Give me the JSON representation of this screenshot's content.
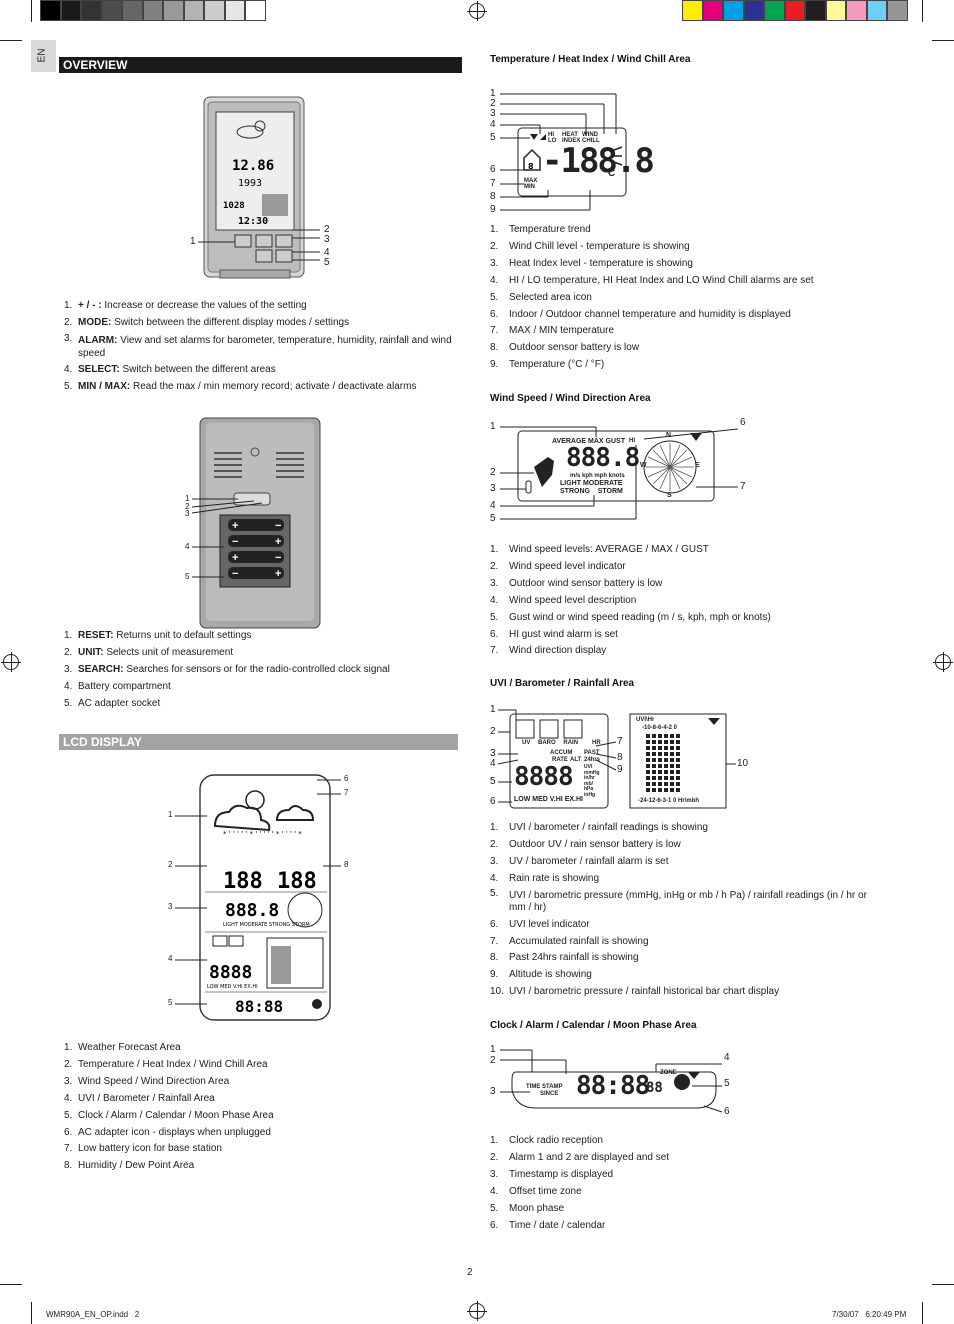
{
  "colors": {
    "gray_bar": [
      "#000000",
      "#1a1a1a",
      "#333333",
      "#4d4d4d",
      "#666666",
      "#808080",
      "#999999",
      "#b3b3b3",
      "#cccccc",
      "#e6e6e6",
      "#ffffff"
    ],
    "color_bar": [
      "#ffed00",
      "#e6007e",
      "#00a0e3",
      "#2e3192",
      "#00a651",
      "#ed1c24",
      "#231f20",
      "#fff799",
      "#f49ac1",
      "#6dcff6",
      "#969696"
    ],
    "section_overview": "#1a1a1a",
    "section_lcd": "#a3a3a3"
  },
  "side_tab": "EN",
  "left": {
    "overview_title": "OVERVIEW",
    "fig1_labels": [
      "1",
      "2",
      "3",
      "4",
      "5"
    ],
    "overview_items": [
      {
        "n": "1.",
        "b": "+ / - :",
        "t": " Increase or  decrease the values of the setting"
      },
      {
        "n": "2.",
        "b": "MODE:",
        "t": " Switch between the different display modes / settings"
      },
      {
        "n": "3.",
        "b": "ALARM:",
        "t": " View and set alarms for barometer, temperature, humidity, rainfall and wind speed"
      },
      {
        "n": "4.",
        "b": "SELECT:",
        "t": " Switch between the different areas"
      },
      {
        "n": "5.",
        "b": "MIN / MAX:",
        "t": " Read the max / min memory record; activate / deactivate alarms"
      }
    ],
    "fig2_labels": [
      "1",
      "2",
      "3",
      "4",
      "5"
    ],
    "back_items": [
      {
        "n": "1.",
        "b": "RESET:",
        "t": " Returns unit to default settings"
      },
      {
        "n": "2.",
        "b": "UNIT:",
        "t": " Selects unit of measurement"
      },
      {
        "n": "3.",
        "b": "SEARCH:",
        "t": " Searches for sensors or for the radio-controlled clock signal"
      },
      {
        "n": "4.",
        "b": "",
        "t": "Battery compartment"
      },
      {
        "n": "5.",
        "b": "",
        "t": "AC adapter socket"
      }
    ],
    "lcd_title": "LCD DISPLAY",
    "fig3_labels_left": [
      "1",
      "2",
      "3",
      "4",
      "5"
    ],
    "fig3_labels_right": [
      "6",
      "7",
      "8"
    ],
    "lcd_items": [
      {
        "n": "1.",
        "t": "Weather Forecast Area"
      },
      {
        "n": "2.",
        "t": "Temperature / Heat Index / Wind Chill Area"
      },
      {
        "n": "3.",
        "t": "Wind Speed / Wind Direction Area"
      },
      {
        "n": "4.",
        "t": "UVI / Barometer / Rainfall Area"
      },
      {
        "n": "5.",
        "t": "Clock / Alarm / Calendar / Moon Phase Area"
      },
      {
        "n": "6.",
        "t": "AC adapter icon - displays when unplugged"
      },
      {
        "n": "7.",
        "t": "Low battery icon for base station"
      },
      {
        "n": "8.",
        "t": "Humidity / Dew Point Area"
      }
    ]
  },
  "right": {
    "temp_title": "Temperature / Heat Index / Wind Chill Area",
    "temp_fig_labels": [
      "1",
      "2",
      "3",
      "4",
      "5",
      "6",
      "7",
      "8",
      "9"
    ],
    "temp_fig_text": {
      "hi": "HI",
      "lo": "LO",
      "heat": "HEAT",
      "index": "INDEX",
      "wind": "WIND",
      "chill": "CHILL",
      "max": "MAX",
      "min": "MIN",
      "digits": "-188.8",
      "unit": "°C"
    },
    "temp_items": [
      {
        "n": "1.",
        "t": "Temperature trend"
      },
      {
        "n": "2.",
        "t": "Wind Chill level - temperature is showing"
      },
      {
        "n": "3.",
        "t": "Heat Index level - temperature is showing"
      },
      {
        "n": "4.",
        "t": "HI / LO temperature, HI Heat Index and LO Wind Chill alarms are set"
      },
      {
        "n": "5.",
        "t": "Selected area icon"
      },
      {
        "n": "6.",
        "t": "Indoor / Outdoor channel temperature and humidity is displayed"
      },
      {
        "n": "7.",
        "t": "MAX / MIN temperature"
      },
      {
        "n": "8.",
        "t": "Outdoor sensor battery is low"
      },
      {
        "n": "9.",
        "t": "Temperature (°C / °F)"
      }
    ],
    "wind_title": "Wind Speed / Wind Direction Area",
    "wind_fig_labels_left": [
      "1",
      "2",
      "3",
      "4",
      "5"
    ],
    "wind_fig_labels_right": [
      "6",
      "7"
    ],
    "wind_fig_text": {
      "levels": "AVERAGE MAX GUST",
      "digits": "888.8",
      "units": "m/s kph mph knots",
      "desc1": "LIGHT MODERATE",
      "desc2": "STRONG    STORM",
      "hi": "HI",
      "n": "N",
      "e": "E",
      "s": "S",
      "w": "W"
    },
    "wind_items": [
      {
        "n": "1.",
        "t": "Wind speed levels: AVERAGE / MAX / GUST"
      },
      {
        "n": "2.",
        "t": "Wind speed level indicator"
      },
      {
        "n": "3.",
        "t": "Outdoor wind sensor battery is low"
      },
      {
        "n": "4.",
        "t": "Wind speed level description"
      },
      {
        "n": "5.",
        "t": "Gust wind or wind speed reading (m / s, kph, mph or knots)"
      },
      {
        "n": "6.",
        "t": "HI gust wind alarm is set"
      },
      {
        "n": "7.",
        "t": "Wind direction display"
      }
    ],
    "uv_title": "UVI / Barometer / Rainfall Area",
    "uv_fig_labels_left": [
      "1",
      "2",
      "3",
      "4",
      "5",
      "6"
    ],
    "uv_fig_labels_right": [
      "7",
      "8",
      "9",
      "10"
    ],
    "uv_fig_text": {
      "uv": "UV",
      "baro": "BARO",
      "rain": "RAIN",
      "hr": "HR",
      "accum": "ACCUM",
      "past": "PAST",
      "rate": "RATE",
      "alt": "ALT",
      "hrs": "24hrs",
      "digits": "8888",
      "units": [
        "UVI",
        "mmHg",
        "in/hr",
        "mb/",
        "hPa",
        "inHg"
      ],
      "scale": "LOW MED V.HI EX.HI",
      "uvihr": "UVI\\Hr",
      "axis": "-10-8-6-4-2 0",
      "bottom": "-24-12-6-3-1 0 Hr\\mbh"
    },
    "uv_items": [
      {
        "n": "1.",
        "t": "UVI / barometer / rainfall readings is showing"
      },
      {
        "n": "2.",
        "t": "Outdoor UV / rain sensor battery is low"
      },
      {
        "n": "3.",
        "t": "UV / barometer / rainfall alarm is set"
      },
      {
        "n": "4.",
        "t": "Rain rate is showing"
      },
      {
        "n": "5.",
        "t": "UVI / barometric pressure (mmHg, inHg or mb / h Pa) / rainfall readings (in / hr or mm / hr)"
      },
      {
        "n": "6.",
        "t": "UVI level indicator"
      },
      {
        "n": "7.",
        "t": "Accumulated rainfall is showing"
      },
      {
        "n": "8.",
        "t": "Past 24hrs rainfall is showing"
      },
      {
        "n": "9.",
        "t": "Altitude is showing"
      },
      {
        "n": "10.",
        "t": "UVI / barometric pressure / rainfall historical bar chart display"
      }
    ],
    "clock_title": "Clock / Alarm / Calendar / Moon Phase Area",
    "clock_fig_labels_left": [
      "1",
      "2",
      "3"
    ],
    "clock_fig_labels_right": [
      "4",
      "5",
      "6"
    ],
    "clock_fig_text": {
      "stamp": "TIME STAMP",
      "since": "SINCE",
      "digits": "88:88",
      "sec": "88",
      "zone": "ZONE"
    },
    "clock_items": [
      {
        "n": "1.",
        "t": "Clock radio reception"
      },
      {
        "n": "2.",
        "t": "Alarm 1 and 2 are displayed and set"
      },
      {
        "n": "3.",
        "t": "Timestamp is displayed"
      },
      {
        "n": "4.",
        "t": "Offset time zone"
      },
      {
        "n": "5.",
        "t": "Moon phase"
      },
      {
        "n": "6.",
        "t": "Time / date / calendar"
      }
    ]
  },
  "page_number": "2",
  "footer_left": "WMR90A_EN_OP.indd   2",
  "footer_right": "7/30/07   6:20:49 PM"
}
